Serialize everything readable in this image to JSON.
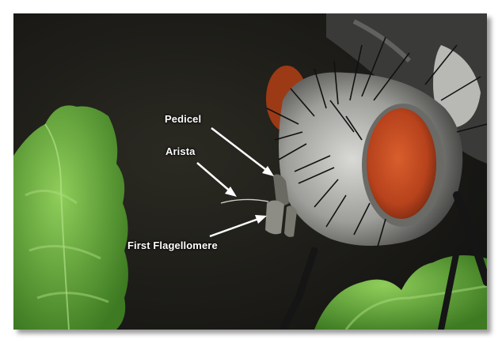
{
  "labels": {
    "pedicel": "Pedicel",
    "arista": "Arista",
    "first_flagellomere": "First Flagellomere"
  },
  "colors": {
    "background": "#1a1a16",
    "leaf": "#5f9a3a",
    "eye": "#c24a20",
    "label": "#ffffff"
  }
}
